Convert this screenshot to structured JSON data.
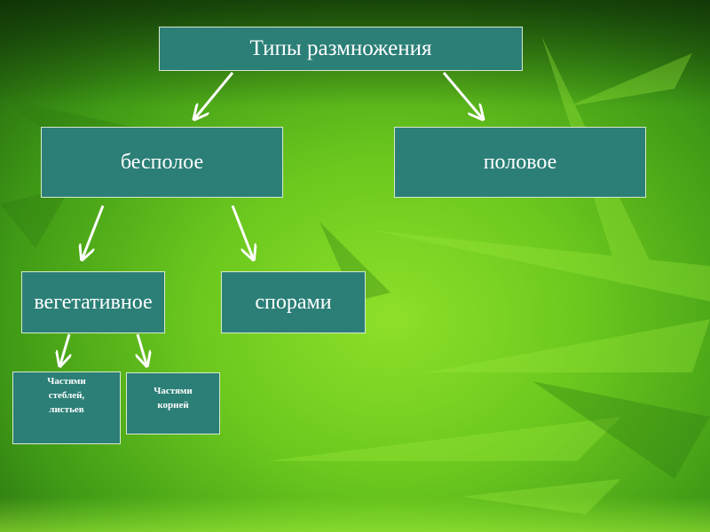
{
  "diagram": {
    "root": "Типы размножения",
    "asexual": "бесполое",
    "sexual": "половое",
    "vegetative": "вегетативное",
    "spores": "спорами",
    "stem_leaf_parts": "Частями\nстеблей,\nлистьев",
    "root_parts": "Частями\nкорней"
  },
  "colors": {
    "box_fill": "#2b7f77",
    "box_border": "#d8e8d0",
    "arrow": "#ffffff",
    "background": "#6cc81e"
  }
}
